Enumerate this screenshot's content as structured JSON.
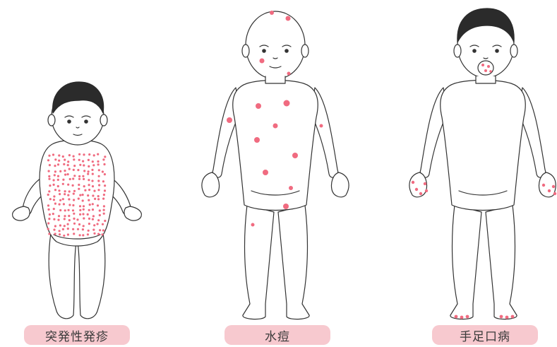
{
  "colors": {
    "outline": "#333333",
    "skin": "#ffffff",
    "hair": "#2b2b2b",
    "rash": "#f06b80",
    "pill": "#f7c9cf",
    "label_text": "#3a3a3a"
  },
  "figures": [
    {
      "id": "roseola",
      "label": "突発性発疹",
      "rash_pattern": "fine-dots-on-trunk",
      "hair": "dark-full"
    },
    {
      "id": "chickenpox",
      "label": "水痘",
      "rash_pattern": "scattered-spots-whole-body",
      "hair": "none"
    },
    {
      "id": "hfmd",
      "label": "手足口病",
      "rash_pattern": "hands-feet-mouth",
      "hair": "dark-full"
    }
  ]
}
